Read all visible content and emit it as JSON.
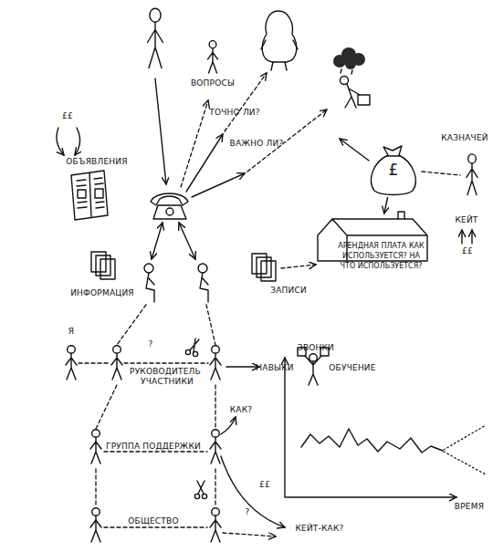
{
  "diagram": {
    "nodes": [
      {
        "text": [
          "£"
        ]
      },
      {
        "text": [
          "АРЕНДНАЯ ПЛАТА КАК ИСПОЛЬЗУЕТСЯ? НА ЧТО ИСПОЛЬЗУЕТСЯ?"
        ]
      }
    ],
    "edges": [
      {
        "from": 0,
        "to": 1,
        "arrow": "to"
      }
    ],
    "labels": [
      "ВОПРОСЫ",
      "ТОЧНО ЛИ?",
      "ВАЖНО ЛИ?",
      "££",
      "ОБЪЯВЛЕНИЯ",
      "КАЗНАЧЕЙ",
      "КЕЙТ",
      "££",
      "ИНФОРМАЦИЯ",
      "ЗАПИСИ",
      "Я",
      "?",
      "РУКОВОДИТЕЛЬ",
      "УЧАСТНИКИ",
      "НАВЫКИ",
      "ОБУЧЕНИЕ",
      "КАК?",
      "ЗВОНКИ",
      "ГРУППА ПОДДЕРЖКИ",
      "ВРЕМЯ",
      "££",
      "?",
      "ОБЩЕСТВО",
      "КЕЙТ-КАК?"
    ]
  }
}
